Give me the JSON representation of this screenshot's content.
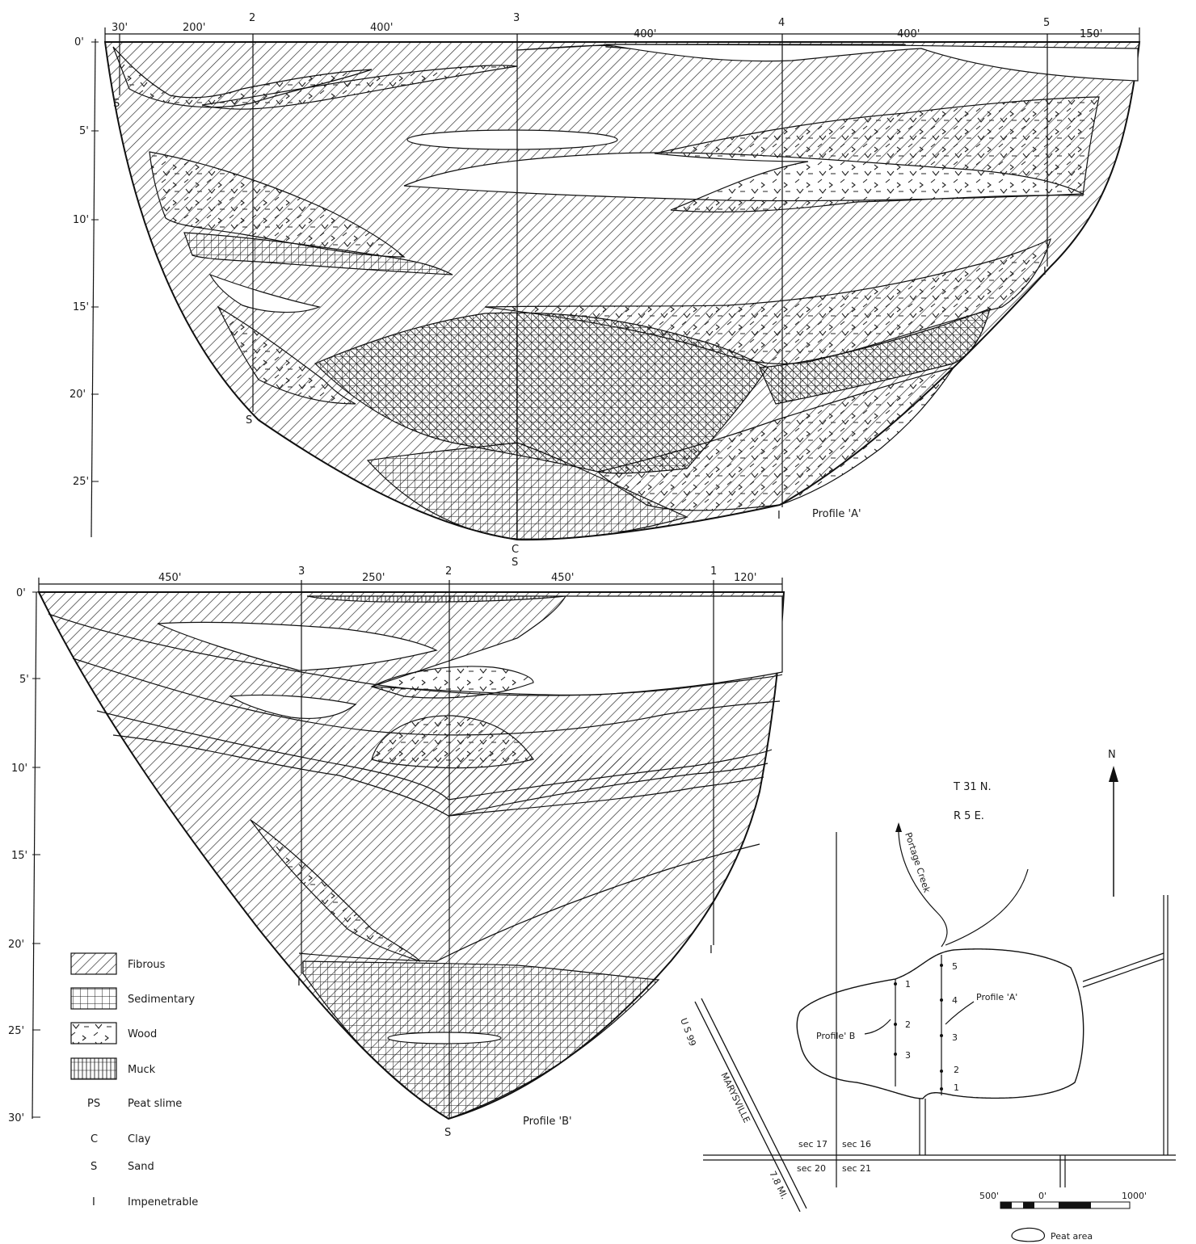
{
  "profile_a": {
    "label": "Profile 'A'",
    "stations": [
      "2",
      "3",
      "4",
      "5"
    ],
    "spacings": [
      "30'",
      "200'",
      "400'",
      "400'",
      "400'",
      "150'"
    ],
    "depth_ticks": [
      "0'",
      "5'",
      "10'",
      "15'",
      "20'",
      "25'"
    ],
    "bottom_marks": [
      "S",
      "S",
      "C",
      "S",
      "I",
      "I"
    ]
  },
  "profile_b": {
    "label": "Profile 'B'",
    "stations": [
      "3",
      "2",
      "1"
    ],
    "spacings": [
      "450'",
      "250'",
      "450'",
      "120'"
    ],
    "depth_ticks": [
      "0'",
      "5'",
      "10'",
      "15'",
      "20'",
      "25'",
      "30'"
    ],
    "bottom_marks": [
      "I",
      "S",
      "I"
    ]
  },
  "legend": [
    {
      "symbol": "",
      "label": "Fibrous"
    },
    {
      "symbol": "",
      "label": "Sedimentary"
    },
    {
      "symbol": "",
      "label": "Wood"
    },
    {
      "symbol": "",
      "label": "Muck"
    },
    {
      "symbol": "PS",
      "label": "Peat slime"
    },
    {
      "symbol": "C",
      "label": "Clay"
    },
    {
      "symbol": "S",
      "label": "Sand"
    },
    {
      "symbol": "I",
      "label": "Impenetrable"
    }
  ],
  "map": {
    "township": "T 31 N.",
    "range": "R 5 E.",
    "north": "N",
    "creek": "Portage Creek",
    "road_name": "U S 99",
    "road_town": "MARYSVILLE",
    "road_dist": "7.8 MI.",
    "profile_a_label": "Profile 'A'",
    "profile_b_label": "Profile' B",
    "sections": [
      "sec 17",
      "sec 16",
      "sec 20",
      "sec 21"
    ],
    "points_a": [
      "5",
      "4",
      "3",
      "2",
      "1"
    ],
    "points_b": [
      "1",
      "2",
      "3"
    ],
    "scale": [
      "500'",
      "0'",
      "1000'"
    ],
    "peat_area": "Peat area"
  },
  "colors": {
    "ink": "#111111",
    "paper": "#ffffff"
  }
}
